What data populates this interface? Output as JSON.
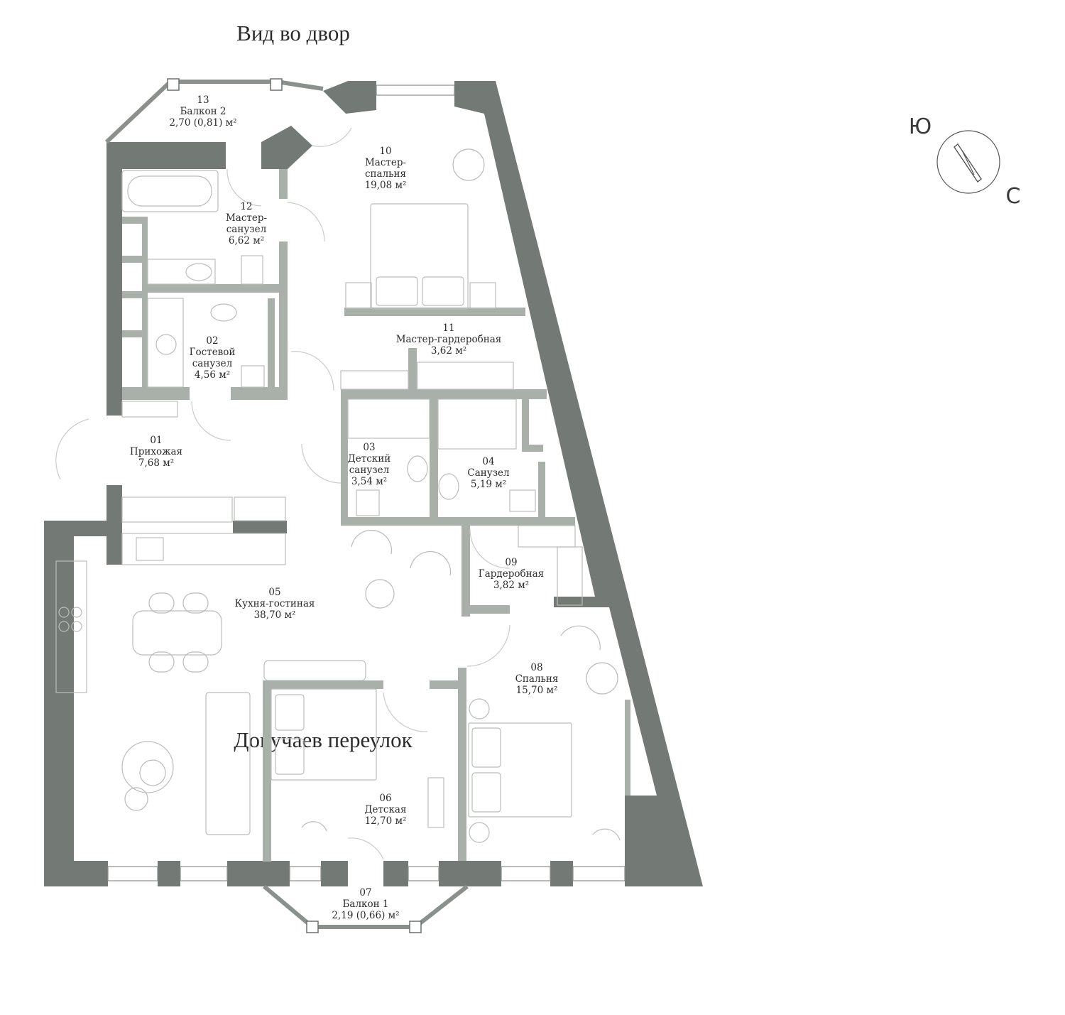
{
  "labels": {
    "top_view": "Вид во двор",
    "bottom_street": "Докучаев переулок"
  },
  "compass": {
    "south_letter": "Ю",
    "north_letter": "С"
  },
  "rooms": [
    {
      "num": "01",
      "name_lines": [
        "Прихожая"
      ],
      "area": "7,68 м²"
    },
    {
      "num": "02",
      "name_lines": [
        "Гостевой",
        "санузел"
      ],
      "area": "4,56 м²"
    },
    {
      "num": "03",
      "name_lines": [
        "Детский",
        "санузел"
      ],
      "area": "3,54 м²"
    },
    {
      "num": "04",
      "name_lines": [
        "Санузел"
      ],
      "area": "5,19 м²"
    },
    {
      "num": "05",
      "name_lines": [
        "Кухня-гостиная"
      ],
      "area": "38,70 м²"
    },
    {
      "num": "06",
      "name_lines": [
        "Детская"
      ],
      "area": "12,70 м²"
    },
    {
      "num": "07",
      "name_lines": [
        "Балкон 1"
      ],
      "area": "2,19 (0,66) м²"
    },
    {
      "num": "08",
      "name_lines": [
        "Спальня"
      ],
      "area": "15,70 м²"
    },
    {
      "num": "09",
      "name_lines": [
        "Гардеробная"
      ],
      "area": "3,82 м²"
    },
    {
      "num": "10",
      "name_lines": [
        "Мастер-",
        "спальня"
      ],
      "area": "19,08 м²"
    },
    {
      "num": "11",
      "name_lines": [
        "Мастер-гардеробная"
      ],
      "area": "3,62 м²"
    },
    {
      "num": "12",
      "name_lines": [
        "Мастер-",
        "санузел"
      ],
      "area": "6,62 м²"
    },
    {
      "num": "13",
      "name_lines": [
        "Балкон 2"
      ],
      "area": "2,70 (0,81) м²"
    }
  ],
  "colors": {
    "exterior_wall": "#737a75",
    "interior_wall": "#a9b0aa",
    "fixture_line": "#b9bdb9"
  }
}
